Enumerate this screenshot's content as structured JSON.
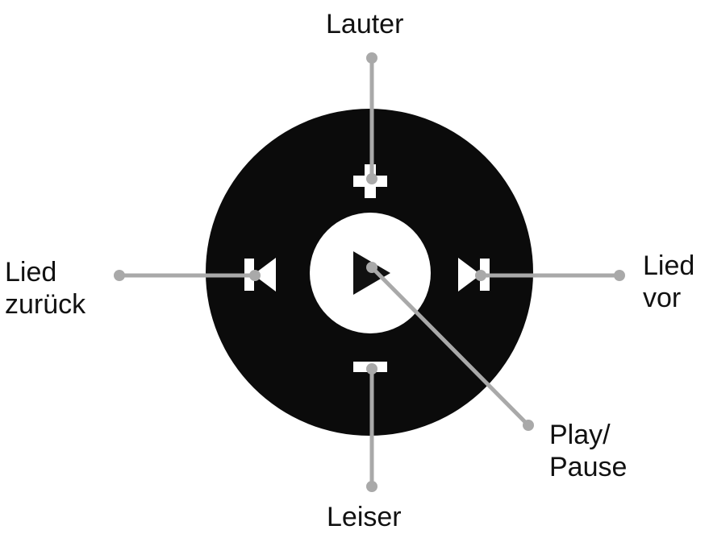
{
  "colors": {
    "remote_body": "#0b0b0b",
    "button_face": "#ffffff",
    "symbol": "#111111",
    "leader_line": "#a9a9a9",
    "label_text": "#111111"
  },
  "controls": {
    "volume_up": {
      "icon": "plus-icon",
      "label_lines": [
        "Lauter"
      ]
    },
    "volume_down": {
      "icon": "minus-icon",
      "label_lines": [
        "Leiser"
      ]
    },
    "previous_track": {
      "icon": "skip-back-icon",
      "label_lines": [
        "Lied",
        "zurück"
      ]
    },
    "next_track": {
      "icon": "skip-forward-icon",
      "label_lines": [
        "Lied",
        "vor"
      ]
    },
    "play_pause": {
      "icon": "play-icon",
      "label_lines": [
        "Play/",
        "Pause"
      ]
    }
  }
}
